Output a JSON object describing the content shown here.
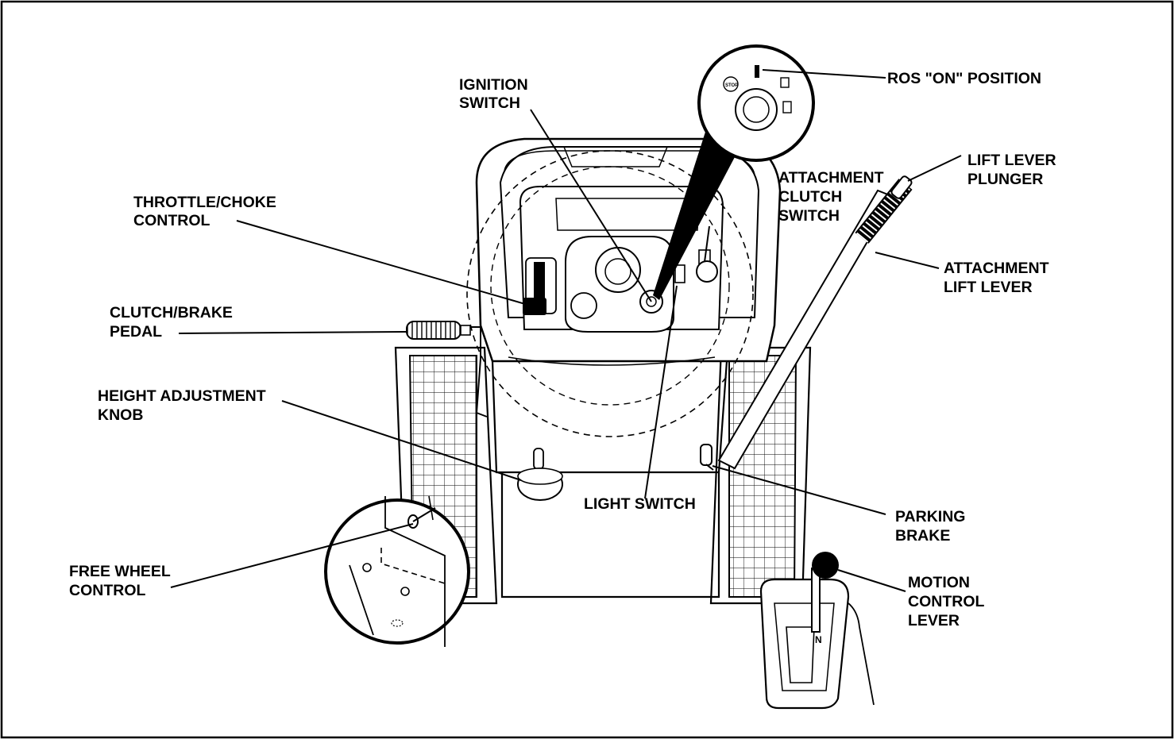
{
  "labels": {
    "ignition_switch": [
      "IGNITION",
      "SWITCH"
    ],
    "ros_on_position": [
      "ROS \"ON\" POSITION"
    ],
    "lift_lever_plunger": [
      "LIFT LEVER",
      "PLUNGER"
    ],
    "attachment_clutch_switch": [
      "ATTACHMENT",
      "CLUTCH",
      "SWITCH"
    ],
    "throttle_choke_control": [
      "THROTTLE/CHOKE",
      "CONTROL"
    ],
    "attachment_lift_lever": [
      "ATTACHMENT",
      "LIFT LEVER"
    ],
    "clutch_brake_pedal": [
      "CLUTCH/BRAKE",
      "PEDAL"
    ],
    "height_adjustment_knob": [
      "HEIGHT ADJUSTMENT",
      "KNOB"
    ],
    "light_switch": [
      "LIGHT SWITCH"
    ],
    "parking_brake": [
      "PARKING",
      "BRAKE"
    ],
    "free_wheel_control": [
      "FREE WHEEL",
      "CONTROL"
    ],
    "motion_control_lever": [
      "MOTION",
      "CONTROL",
      "LEVER"
    ]
  },
  "key_switch_marks": {
    "stop": "STOP",
    "neutral": "N"
  },
  "colors": {
    "ink": "#000000",
    "paper": "#ffffff"
  }
}
